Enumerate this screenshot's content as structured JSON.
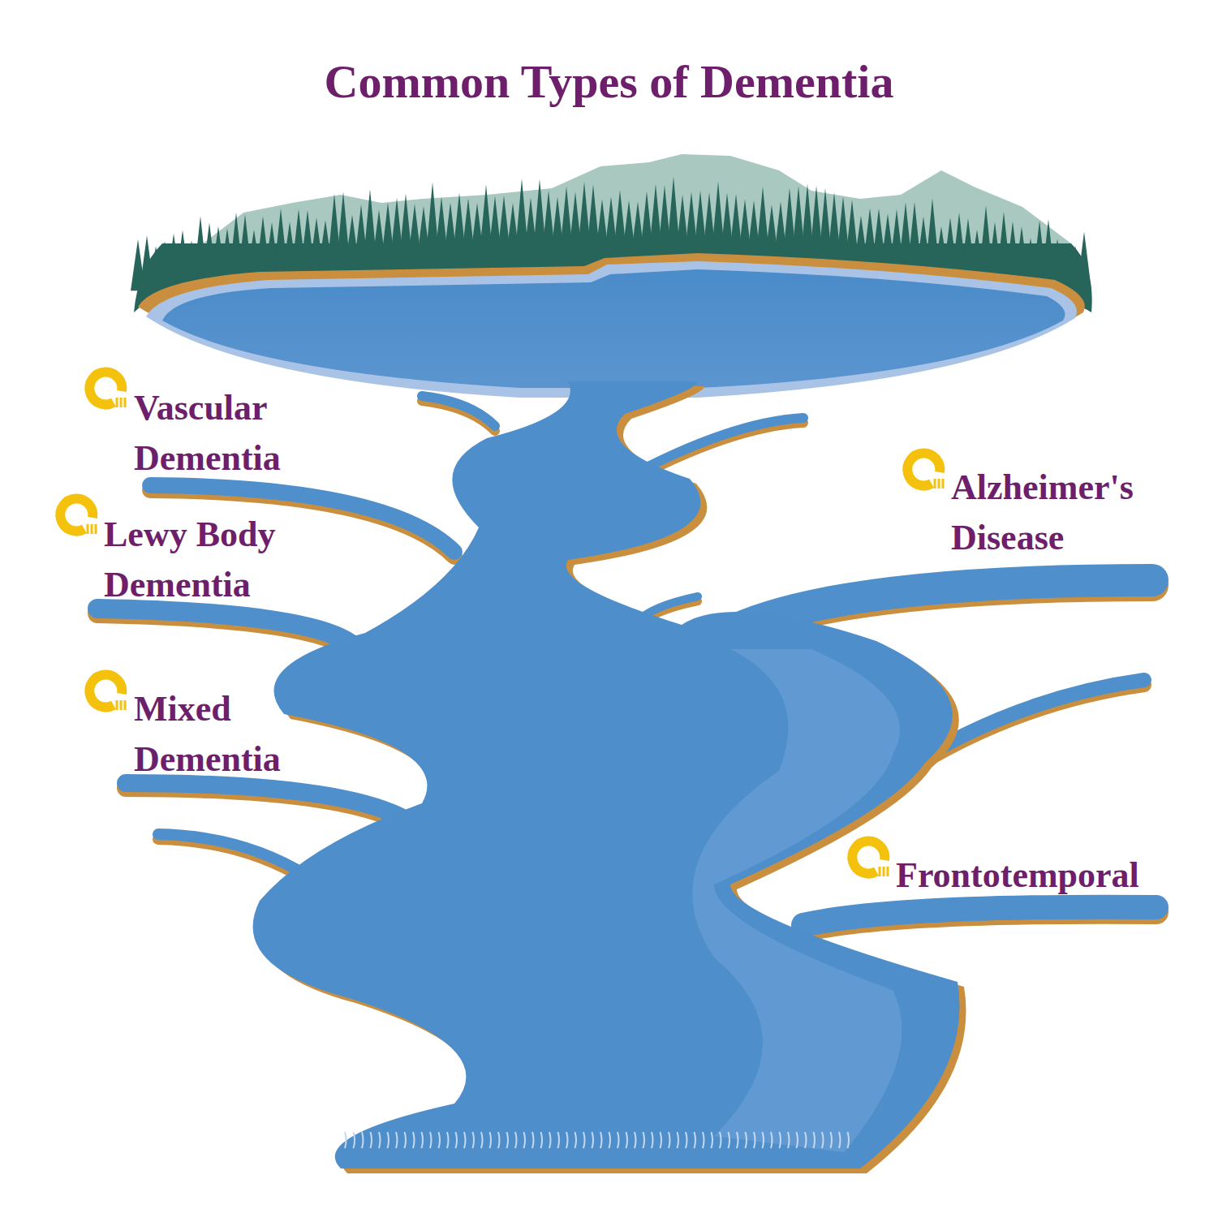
{
  "diagram": {
    "title": "Common Types of Dementia",
    "labels": [
      "Vascular Dementia",
      "Lewy Body Dementia",
      "Alzheimer's Disease",
      "Mixed Dementia",
      "Frontotemporal"
    ]
  }
}
